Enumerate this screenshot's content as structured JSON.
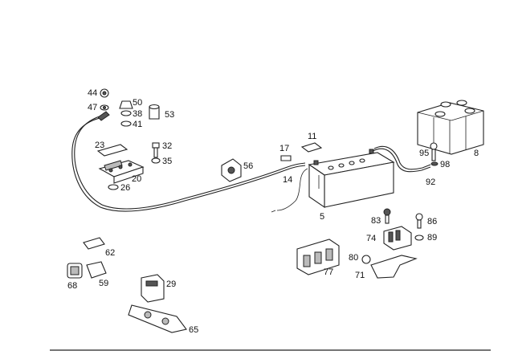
{
  "diagram": {
    "callouts": [
      {
        "id": "44",
        "text": "44"
      },
      {
        "id": "47",
        "text": "47"
      },
      {
        "id": "50",
        "text": "50"
      },
      {
        "id": "38",
        "text": "38"
      },
      {
        "id": "41",
        "text": "41"
      },
      {
        "id": "53",
        "text": "53"
      },
      {
        "id": "23",
        "text": "23"
      },
      {
        "id": "32",
        "text": "32"
      },
      {
        "id": "35",
        "text": "35"
      },
      {
        "id": "20",
        "text": "20"
      },
      {
        "id": "26",
        "text": "26"
      },
      {
        "id": "56",
        "text": "56"
      },
      {
        "id": "17",
        "text": "17"
      },
      {
        "id": "11",
        "text": "11"
      },
      {
        "id": "14",
        "text": "14"
      },
      {
        "id": "5",
        "text": "5"
      },
      {
        "id": "8",
        "text": "8"
      },
      {
        "id": "95",
        "text": "95"
      },
      {
        "id": "98",
        "text": "98"
      },
      {
        "id": "92",
        "text": "92"
      },
      {
        "id": "83",
        "text": "83"
      },
      {
        "id": "86",
        "text": "86"
      },
      {
        "id": "74",
        "text": "74"
      },
      {
        "id": "89",
        "text": "89"
      },
      {
        "id": "80",
        "text": "80"
      },
      {
        "id": "71",
        "text": "71"
      },
      {
        "id": "77",
        "text": "77"
      },
      {
        "id": "62",
        "text": "62"
      },
      {
        "id": "68",
        "text": "68"
      },
      {
        "id": "59",
        "text": "59"
      },
      {
        "id": "29",
        "text": "29"
      },
      {
        "id": "65",
        "text": "65"
      }
    ]
  }
}
